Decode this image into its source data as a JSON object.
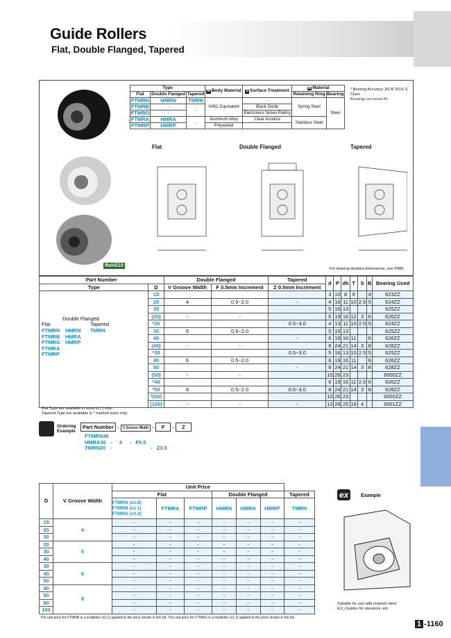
{
  "header": {
    "title": "Guide Rollers",
    "subtitle": "Flat, Double Flanged, Tapered"
  },
  "rohs": "RoHS10",
  "type_table": {
    "col_type": "Type",
    "col_flat": "Flat",
    "col_double": "Double Flanged",
    "col_tapered": "Tapered",
    "col_body": "Body Material",
    "col_surface": "Surface Treatment",
    "col_material": "Material",
    "col_ring": "Retaining Ring",
    "col_bearing": "Bearing",
    "rows": [
      {
        "flat": "FTMRN",
        "double": "HMRN",
        "tapered": "TMRN",
        "body": "S45C Equivalent",
        "surface": "-"
      },
      {
        "flat": "FTMRB",
        "double": "-",
        "tapered": "-",
        "body": "",
        "surface": "Black Oxide"
      },
      {
        "flat": "FTMRG",
        "double": "-",
        "tapered": "",
        "body": "",
        "surface": "Electroless Nickel Plating"
      },
      {
        "flat": "FTMRA",
        "double": "HMRA",
        "tapered": "-",
        "body": "Aluminum Alloy",
        "surface": "Clear Anodize"
      },
      {
        "flat": "FTMRP",
        "double": "HMRP",
        "tapered": "",
        "body": "Polyacetal",
        "surface": "-"
      }
    ],
    "ring_1": "Spring Steel",
    "ring_2": "Stainless Steel",
    "bearing": "Steel"
  },
  "notes_right": [
    "* Bearing Accuracy JIS B 1514, 0 Class",
    "Bearings are press-fit."
  ],
  "diagrams": {
    "flat": "Flat",
    "double": "Double Flanged",
    "tapered": "Tapered",
    "bearing_note": "For bearing detailed dimensions, see P989."
  },
  "main_table": {
    "h_partnumber": "Part Number",
    "h_type": "Type",
    "h_D": "D",
    "h_double": "Double Flanged",
    "h_tapered": "Tapered",
    "h_vgroove": "V Groove Width",
    "h_f": "F 0.5mm Increment",
    "h_z": "Z 0.5mm Increment",
    "h_d": "d",
    "h_P": "P",
    "h_dh": "dh",
    "h_T": "T",
    "h_S": "S",
    "h_B": "B",
    "h_bearing": "Bearing Used",
    "type_labels": {
      "flat": "Flat",
      "double": "Double Flanged",
      "tapered": "Tapered",
      "flat_list": [
        "FTMRN",
        "FTMRB",
        "FTMRG",
        "FTMRA",
        "FTMRP"
      ],
      "double_list": [
        "HMRN",
        "HMRA",
        "HMRP"
      ],
      "tapered_list": [
        "TMRN"
      ]
    },
    "rows": [
      [
        "15",
        "",
        "",
        "",
        "3",
        "10",
        "8",
        "9",
        "",
        "4",
        "623ZZ"
      ],
      [
        "20",
        "4",
        "0.5~2.0",
        "-",
        "4",
        "16",
        "11",
        "10",
        "2.5",
        "5",
        "624ZZ"
      ],
      [
        "30",
        "",
        "",
        "",
        "5",
        "16",
        "13",
        "",
        "",
        "",
        "625ZZ"
      ],
      [
        "(30)",
        "-",
        "-",
        "",
        "6",
        "19",
        "16",
        "12",
        "3",
        "6",
        "626ZZ"
      ],
      [
        "*20",
        "",
        "",
        "0.5~3.0",
        "4",
        "13",
        "11",
        "10",
        "2.5",
        "5",
        "624ZZ"
      ],
      [
        "30",
        "5",
        "0.5~2.0",
        "",
        "5",
        "16",
        "13",
        "",
        "",
        "",
        "625ZZ"
      ],
      [
        "40",
        "",
        "",
        "-",
        "6",
        "19",
        "16",
        "11",
        "",
        "6",
        "626ZZ"
      ],
      [
        "(40)",
        "-",
        "-",
        "",
        "8",
        "24",
        "21",
        "14",
        "3",
        "8",
        "628ZZ"
      ],
      [
        "*30",
        "",
        "",
        "0.5~3.0",
        "5",
        "16",
        "13",
        "10",
        "2.5",
        "5",
        "625ZZ"
      ],
      [
        "40",
        "6",
        "0.5~2.0",
        "",
        "6",
        "19",
        "16",
        "11",
        "",
        "6",
        "626ZZ"
      ],
      [
        "50",
        "",
        "",
        "-",
        "8",
        "24",
        "21",
        "14",
        "3",
        "8",
        "628ZZ"
      ],
      [
        "(50)",
        "-",
        "-",
        "",
        "10",
        "26",
        "23",
        "",
        "",
        "",
        "6000ZZ"
      ],
      [
        "*40",
        "",
        "",
        "",
        "6",
        "19",
        "16",
        "11",
        "2.5",
        "6",
        "626ZZ"
      ],
      [
        "*50",
        "8",
        "0.5~2.0",
        "0.5~3.0",
        "8",
        "24",
        "21",
        "14",
        "3",
        "8",
        "628ZZ"
      ],
      [
        "*(60)",
        "",
        "",
        "",
        "10",
        "26",
        "23",
        "",
        "",
        "",
        "6000ZZ"
      ],
      [
        "(100)",
        "-",
        "-",
        "-",
        "12",
        "28",
        "25",
        "16",
        "4",
        "",
        "6001ZZ"
      ]
    ],
    "note1": "Flat Type are available in sizes in (  ) only.",
    "note2": "Tapered Type are available in * marked sizes only."
  },
  "ordering": {
    "label1": "Ordering",
    "label2": "Example",
    "pn": "Part Number",
    "vg": "V Groove Width",
    "f": "F",
    "z": "Z",
    "ex1": "FTMRN40",
    "ex2a": "HMRA30",
    "ex2b": "4",
    "ex2c": "F0.5",
    "ex3a": "TMRN20",
    "ex3b": "Z3.0",
    "dash": "-"
  },
  "price_table": {
    "h_unitprice": "Unit Price",
    "h_D": "D",
    "h_vg": "V Groove Width",
    "h_flat": "Flat",
    "h_double": "Double Flanged",
    "h_tapered": "Tapered",
    "flat_multi": [
      "FTMRN (x1.0)",
      "FTMRB (x1.1)",
      "FTMRG (x1.2)"
    ],
    "cols": [
      "FTMRA",
      "FTMRP",
      "HMRN",
      "HMRA",
      "HMRP",
      "TMRN"
    ],
    "D_list": [
      "15",
      "20",
      "30",
      "20",
      "30",
      "40",
      "30",
      "40",
      "50",
      "40",
      "50",
      "60",
      "100"
    ],
    "vg_list": [
      "4",
      "5",
      "6",
      "8"
    ],
    "dash": "-",
    "note": "The unit price for FTMRB is a multiplier (x1.1) applied to the price shown in the list. The unit price for FTMRG is a multiplier (x1.2) applied to the price shown in the list."
  },
  "example": {
    "badge": "ex",
    "label": "Example",
    "caption1": "Suitable for use with channel steel.",
    "caption2": "EX.) Guides for elevators, etc."
  },
  "page": {
    "num": "1",
    "suffix": "-1160"
  },
  "colors": {
    "accent": "#0a8fd6",
    "tab": "#8fb0dc",
    "price_cell": "#e8f4fb"
  }
}
